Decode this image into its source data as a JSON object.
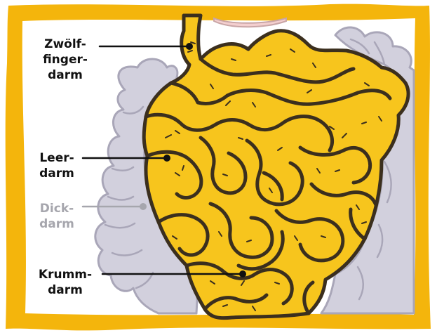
{
  "labels": {
    "duodenum": {
      "lines": [
        "Zwölf-",
        "finger-",
        "darm"
      ]
    },
    "jejunum": {
      "lines": [
        "Leer-",
        "darm"
      ]
    },
    "colon": {
      "lines": [
        "Dick-",
        "darm"
      ]
    },
    "ileum": {
      "lines": [
        "Krumm-",
        "darm"
      ]
    }
  },
  "colors": {
    "frame": "#f4b50c",
    "small_intestine": "#f7c51d",
    "outline": "#3b2f1e",
    "large_intestine": "#d2d0dd",
    "large_intestine_outline": "#a9a6b8",
    "label_active": "#111111",
    "label_faded": "#a6a6ad",
    "stomach": "#f3cfcf"
  }
}
